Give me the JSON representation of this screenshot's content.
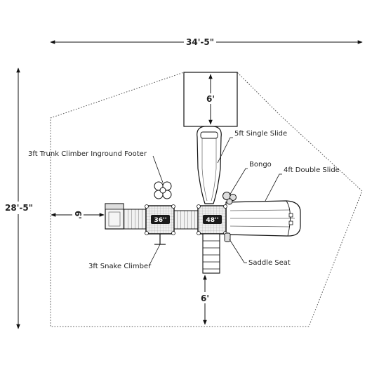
{
  "dimensions": {
    "overall_width": "34'-5\"",
    "overall_depth": "28'-5\"",
    "top_clearance": "6'",
    "bottom_clearance": "6'",
    "left_clearance": "6'"
  },
  "deck_heights": {
    "deck_a": "36''",
    "deck_b": "48''"
  },
  "callouts": {
    "single_slide": "5ft Single Slide",
    "bongo": "Bongo",
    "double_slide": "4ft Double Slide",
    "trunk_climber": "3ft Trunk Climber Inground Footer",
    "snake_climber": "3ft Snake Climber",
    "saddle_seat": "Saddle Seat"
  },
  "colors": {
    "line": "#111111",
    "safety_zone": "#555555",
    "deck_tag": "#1a1a1a",
    "panel_fill": "#e6e6e6"
  }
}
